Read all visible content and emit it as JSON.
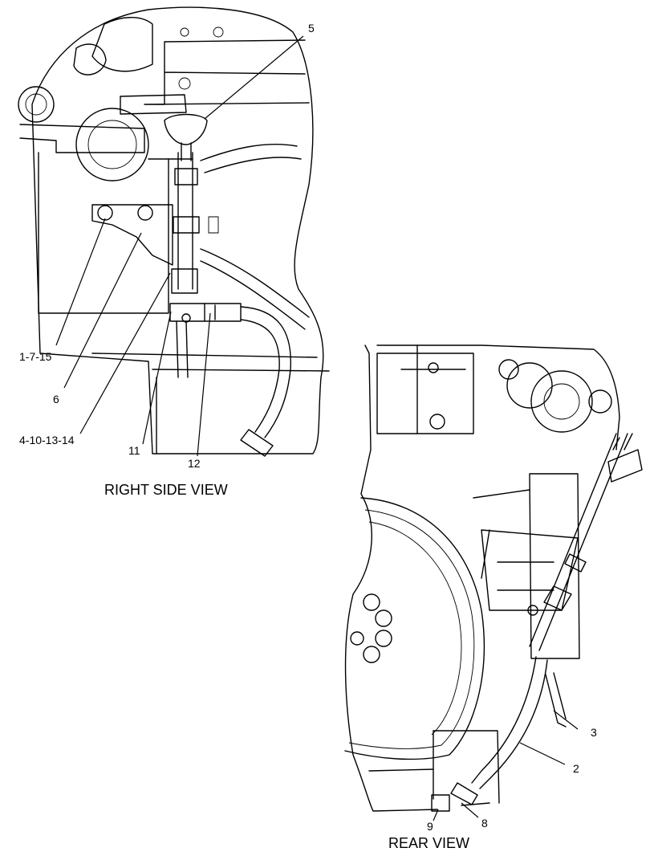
{
  "views": {
    "right_side": {
      "caption": "RIGHT SIDE VIEW"
    },
    "rear": {
      "caption": "REAR VIEW"
    }
  },
  "callouts": {
    "c1_7_15": "1-7-15",
    "c6": "6",
    "c4_10_13_14": "4-10-13-14",
    "c11": "11",
    "c12": "12",
    "c5": "5",
    "c3": "3",
    "c2": "2",
    "c9": "9",
    "c8": "8"
  }
}
